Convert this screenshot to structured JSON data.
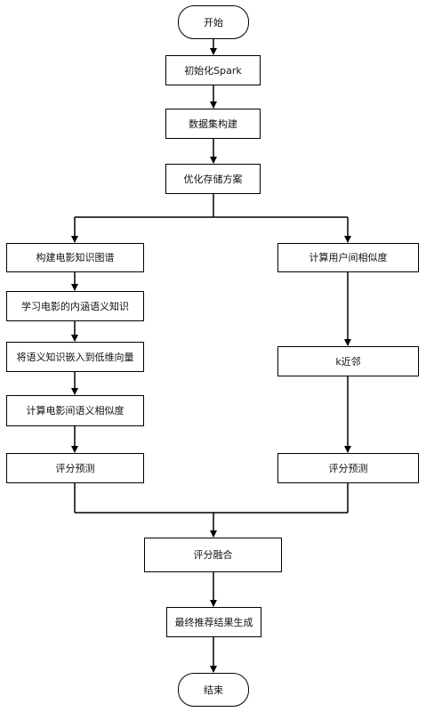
{
  "flowchart": {
    "start": "开始",
    "init_spark": "初始化Spark",
    "build_dataset": "数据集构建",
    "optimize_storage": "优化存储方案",
    "left_branch": {
      "build_kg": "构建电影知识图谱",
      "learn_semantics": "学习电影的内涵语义知识",
      "embed_vectors": "将语义知识嵌入到低维向量",
      "movie_similarity": "计算电影间语义相似度",
      "rating_prediction": "评分预测"
    },
    "right_branch": {
      "user_similarity": "计算用户间相似度",
      "knn": "k近邻",
      "rating_prediction": "评分预测"
    },
    "rating_fusion": "评分融合",
    "final_recommendation": "最终推荐结果生成",
    "end": "结束"
  }
}
